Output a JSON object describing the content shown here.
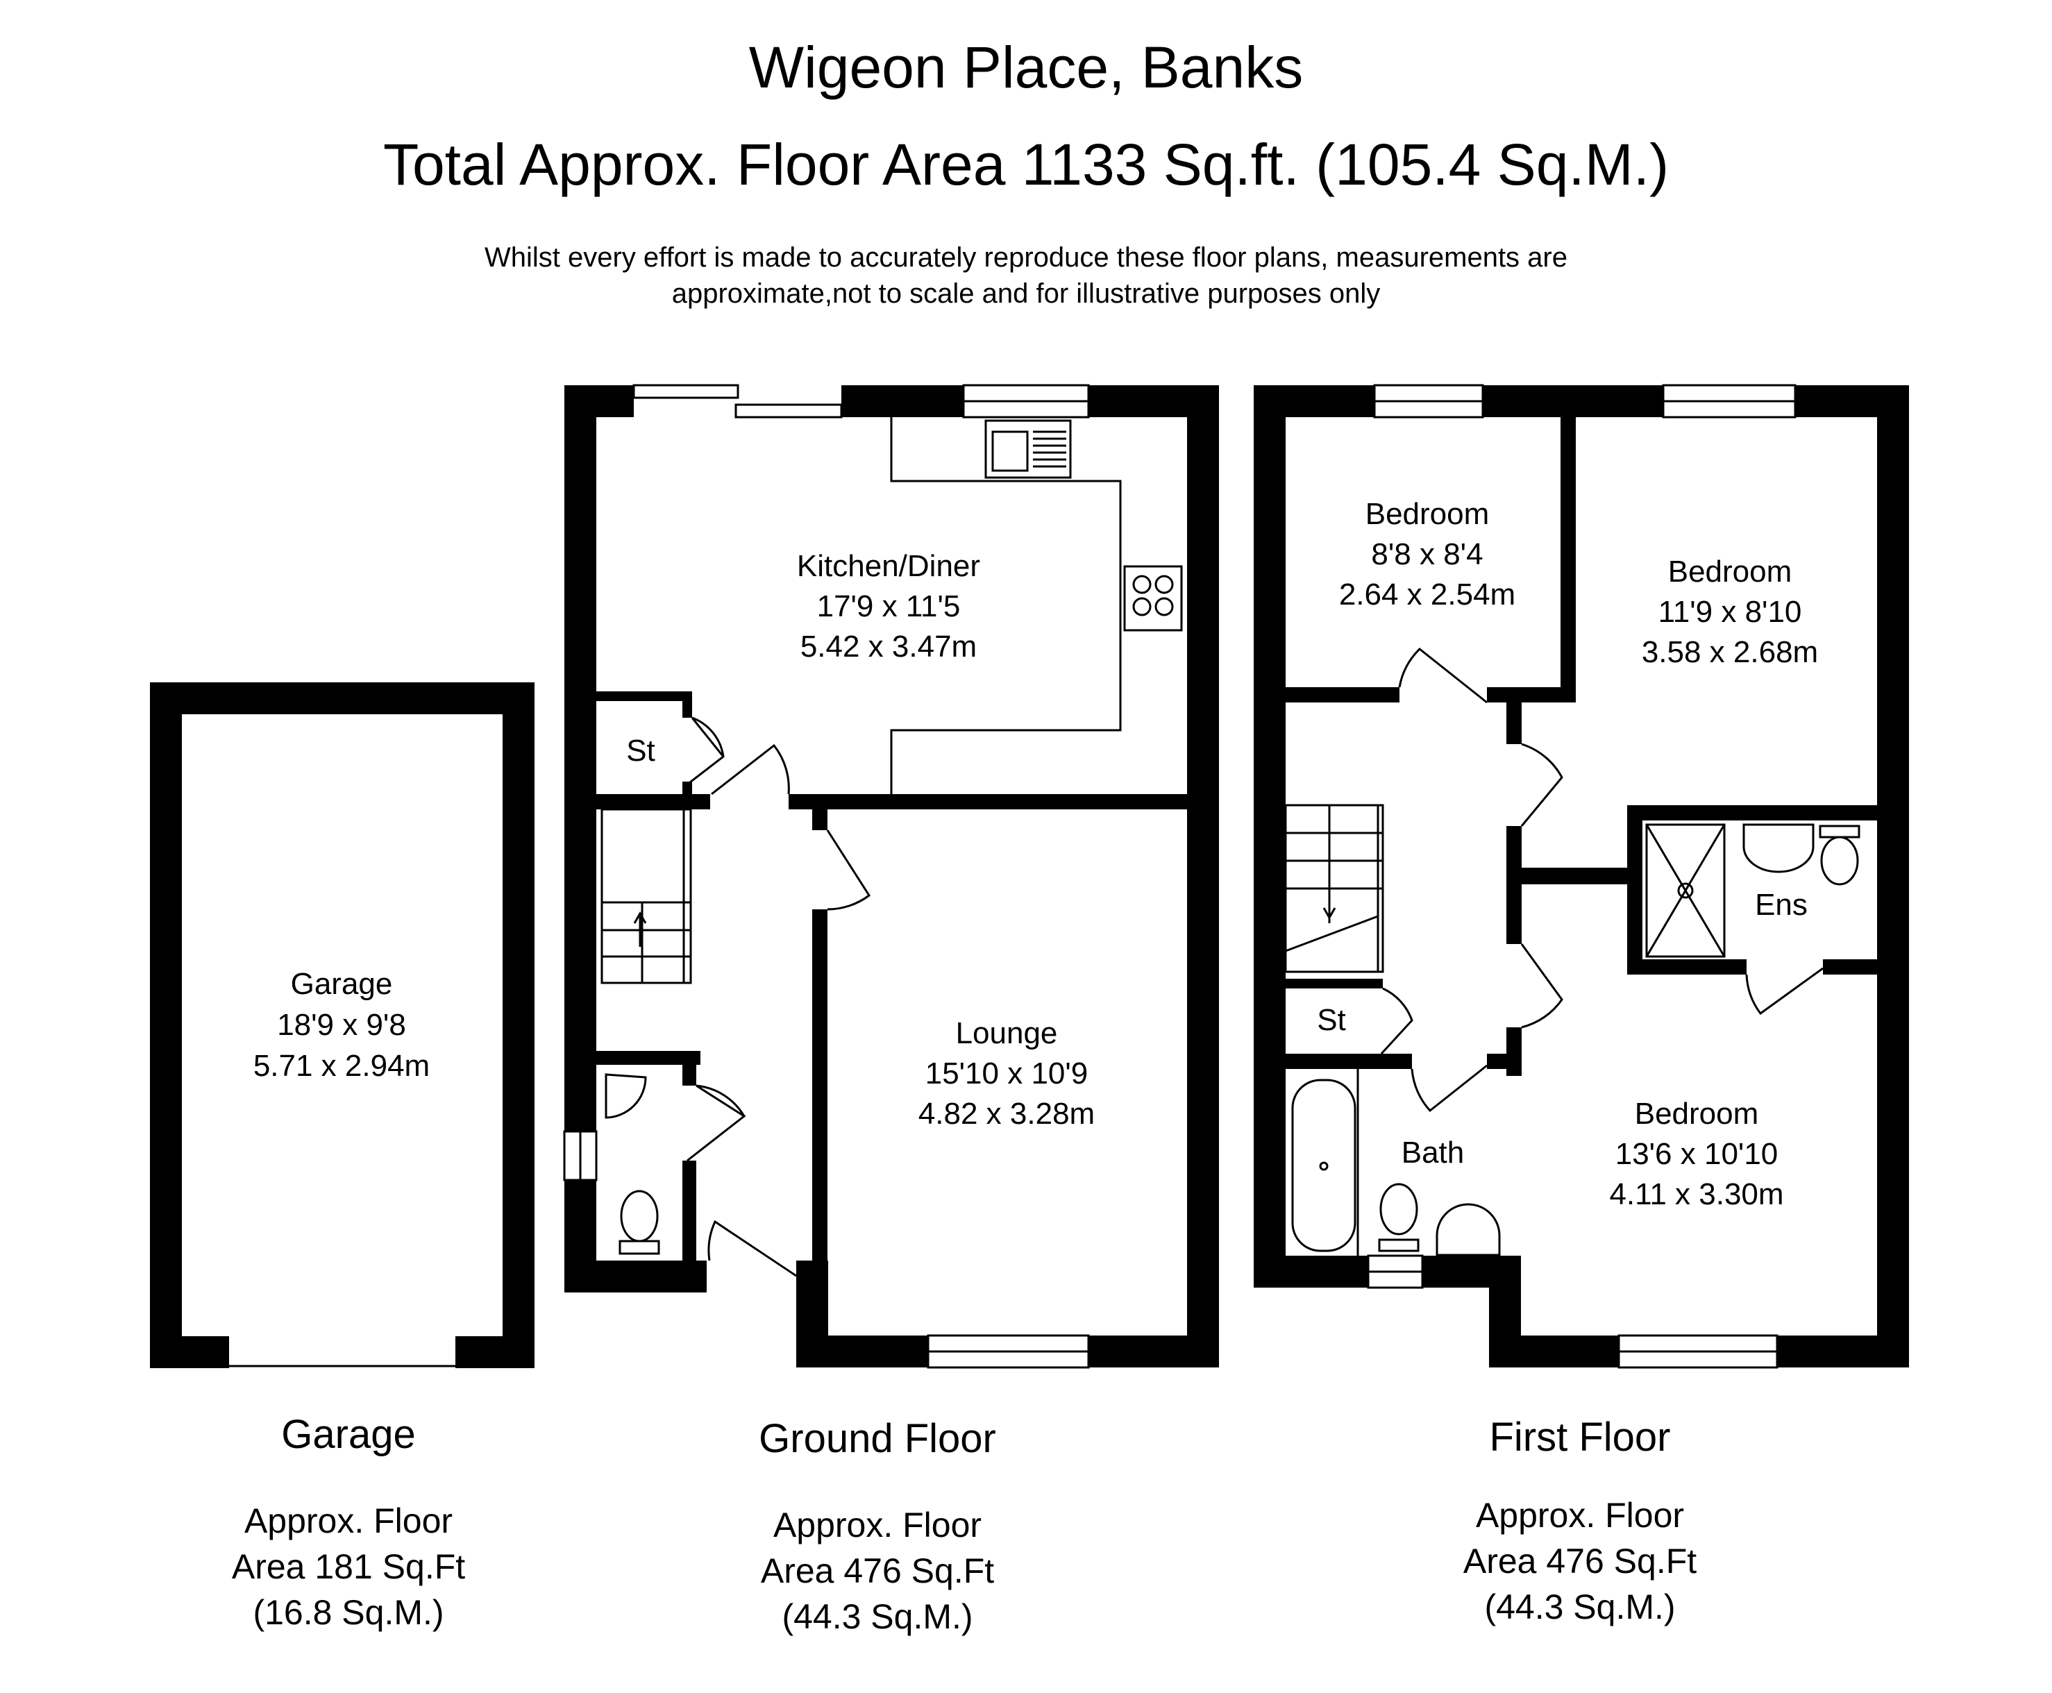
{
  "header": {
    "title": "Wigeon Place, Banks",
    "subtitle": "Total Approx. Floor Area 1133 Sq.ft. (105.4 Sq.M.)",
    "disclaimer_line1": "Whilst every effort is made to accurately reproduce these floor plans, measurements are",
    "disclaimer_line2": "approximate,not to scale and for illustrative purposes only"
  },
  "rooms": {
    "garage": {
      "name": "Garage",
      "imperial": "18'9 x 9'8",
      "metric": "5.71 x 2.94m"
    },
    "kitchen": {
      "name": "Kitchen/Diner",
      "imperial": "17'9 x 11'5",
      "metric": "5.42 x 3.47m"
    },
    "lounge": {
      "name": "Lounge",
      "imperial": "15'10 x 10'9",
      "metric": "4.82 x 3.28m"
    },
    "store_ground": {
      "name": "St"
    },
    "bedroom_small": {
      "name": "Bedroom",
      "imperial": "8'8 x 8'4",
      "metric": "2.64 x 2.54m"
    },
    "bedroom_mid": {
      "name": "Bedroom",
      "imperial": "11'9 x 8'10",
      "metric": "3.58 x 2.68m"
    },
    "bedroom_main": {
      "name": "Bedroom",
      "imperial": "13'6 x 10'10",
      "metric": "4.11 x 3.30m"
    },
    "ensuite": {
      "name": "Ens"
    },
    "bath": {
      "name": "Bath"
    },
    "store_first": {
      "name": "St"
    }
  },
  "captions": {
    "garage": {
      "title": "Garage",
      "line1": "Approx. Floor",
      "line2": "Area 181 Sq.Ft",
      "line3": "(16.8 Sq.M.)"
    },
    "ground": {
      "title": "Ground Floor",
      "line1": "Approx. Floor",
      "line2": "Area 476 Sq.Ft",
      "line3": "(44.3 Sq.M.)"
    },
    "first": {
      "title": "First Floor",
      "line1": "Approx. Floor",
      "line2": "Area 476 Sq.Ft",
      "line3": "(44.3 Sq.M.)"
    }
  }
}
